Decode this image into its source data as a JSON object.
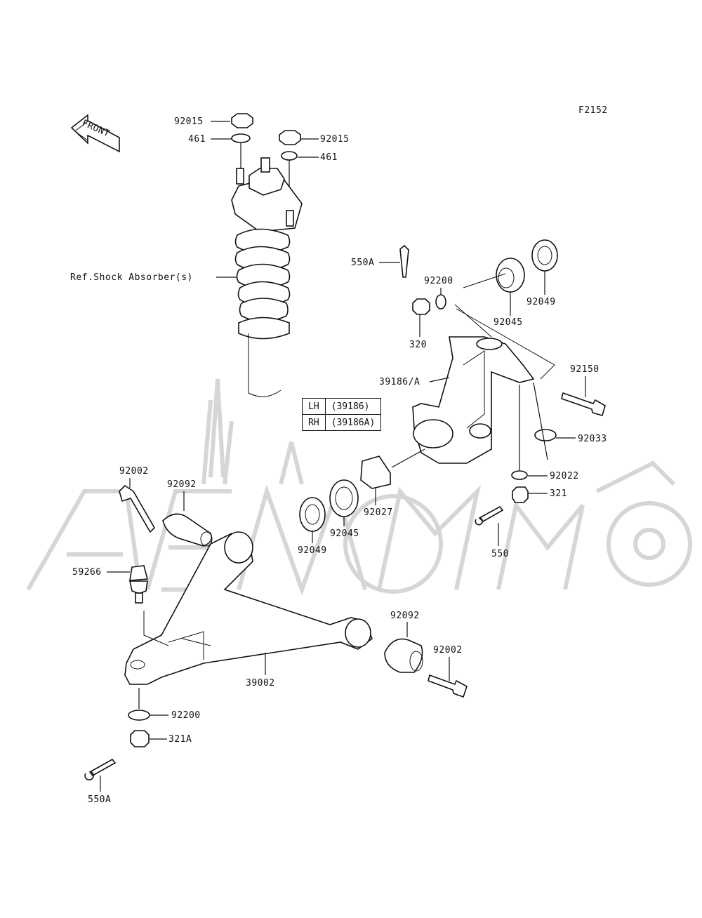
{
  "figure_code": "F2152",
  "front_label": "FRONT",
  "ref_note": "Ref.Shock Absorber(s)",
  "side_table": [
    {
      "side": "LH",
      "part": "(39186)"
    },
    {
      "side": "RH",
      "part": "(39186A)"
    }
  ],
  "callouts": {
    "nut_top_left": "92015",
    "washer_top_left": "461",
    "nut_top_right": "92015",
    "washer_top_right": "461",
    "cotter_pin_upper": "550A",
    "washer_knuckle": "92200",
    "bearing_knuckle": "92049",
    "bearing_knuckle_inner": "92045",
    "nut_knuckle": "320",
    "knuckle": "39186/A",
    "bolt_knuckle": "92150",
    "circlip": "92033",
    "washer_lower_knuckle": "92022",
    "nut_lower_knuckle": "321",
    "cotter_pin_lower": "550",
    "bolt_arm_left": "92002",
    "bushing_arm_left": "92092",
    "ball_joint": "59266",
    "bearing_left": "92049",
    "bearing_left_inner": "92045",
    "sleeve": "92027",
    "bushing_arm_right": "92092",
    "bolt_arm_right": "92002",
    "a_arm": "39002",
    "washer_arm": "92200",
    "nut_arm": "321A",
    "cotter_pin_bottom": "550A"
  }
}
